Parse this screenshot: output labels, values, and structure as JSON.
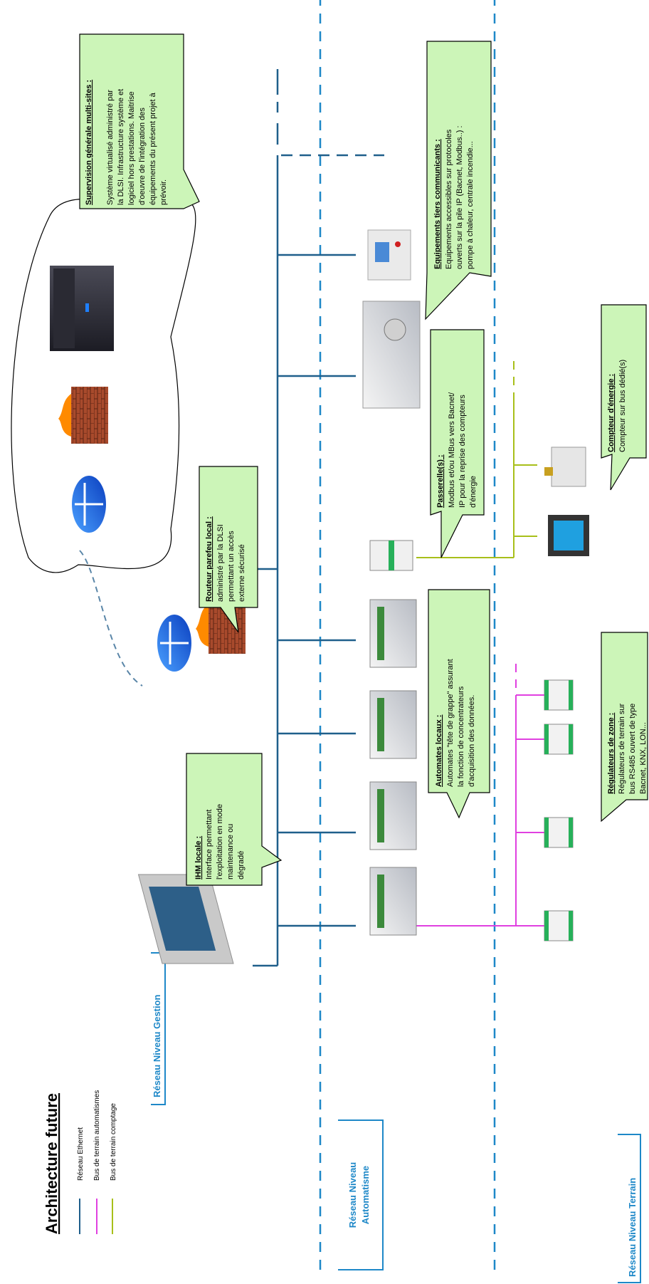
{
  "title": "Architecture future",
  "legend": [
    {
      "label": "Réseau Ethernet",
      "color": "#1f5f8b"
    },
    {
      "label": "Bus de terrain automatismes",
      "color": "#e040e0"
    },
    {
      "label": "Bus de terrain comptage",
      "color": "#a8bf1a"
    }
  ],
  "zones": {
    "gestion": "Réseau Niveau Gestion",
    "automatisme": [
      "Réseau Niveau",
      "Automatisme"
    ],
    "terrain": "Réseau Niveau Terrain"
  },
  "colors": {
    "ethernet": "#1f5f8b",
    "automation_bus": "#e040e0",
    "metering_bus": "#a8bf1a",
    "zone_divider": "#1e88c8",
    "callout_fill": "#ccf5b8",
    "cloud_link": "#5a86a8"
  },
  "callouts": {
    "supervision": {
      "title": "Supervision générale multi-sites :",
      "lines": [
        "Système virtualisé administré par",
        "la DLSI. Infrastructure système et",
        "logiciel hors prestations. Maitrise",
        "d'oeuvre de l'intégration des",
        "équipements du présent projet à",
        "prévoir."
      ]
    },
    "equipements": {
      "title": "Equipements tiers communicants :",
      "lines": [
        "Equipements accessibles sur protocoles",
        "ouverts sur la pile IP (Bacnet, Modbus..) :",
        "pompe à chaleur, centrale incendie..."
      ]
    },
    "routeur": {
      "title": "Routeur parefeu local :",
      "lines": [
        "administré par la DLSI",
        "permettant un accès",
        "externe sécurisé"
      ]
    },
    "passerelle": {
      "title": "Passerelle(s) :",
      "lines": [
        "Modbus et/ou MBus vers Bacnet/",
        "IP pour la reprise des compteurs",
        "d'énergie"
      ]
    },
    "compteur": {
      "title": "Compteur d'énergie :",
      "lines": [
        "Compteur sur bus dédié(s)"
      ]
    },
    "ihm": {
      "title": "IHM locale :",
      "lines": [
        "Interface permettant",
        "l'exploitation en mode",
        "maintenance ou",
        "dégradé"
      ]
    },
    "automates": {
      "title": "Automates locaux :",
      "lines": [
        "Automates \"tête de grappe\" assurant",
        "la fonction de concentrateurs",
        "d'acquisition des données."
      ]
    },
    "regulateurs": {
      "title": "Régulateurs de zone :",
      "lines": [
        "Régulateurs de terrain sur",
        "bus RS485 ouvert de type",
        "Bacnet, KNX, LON..."
      ]
    }
  },
  "devices": [
    {
      "name": "server-rack-icon"
    },
    {
      "name": "firewall-icon"
    },
    {
      "name": "router-icon"
    },
    {
      "name": "touch-panel-icon"
    },
    {
      "name": "plc-icon"
    },
    {
      "name": "zone-controller-icon"
    },
    {
      "name": "gateway-icon"
    },
    {
      "name": "energy-meter-icon"
    },
    {
      "name": "heat-pump-icon"
    },
    {
      "name": "fire-panel-icon"
    }
  ]
}
